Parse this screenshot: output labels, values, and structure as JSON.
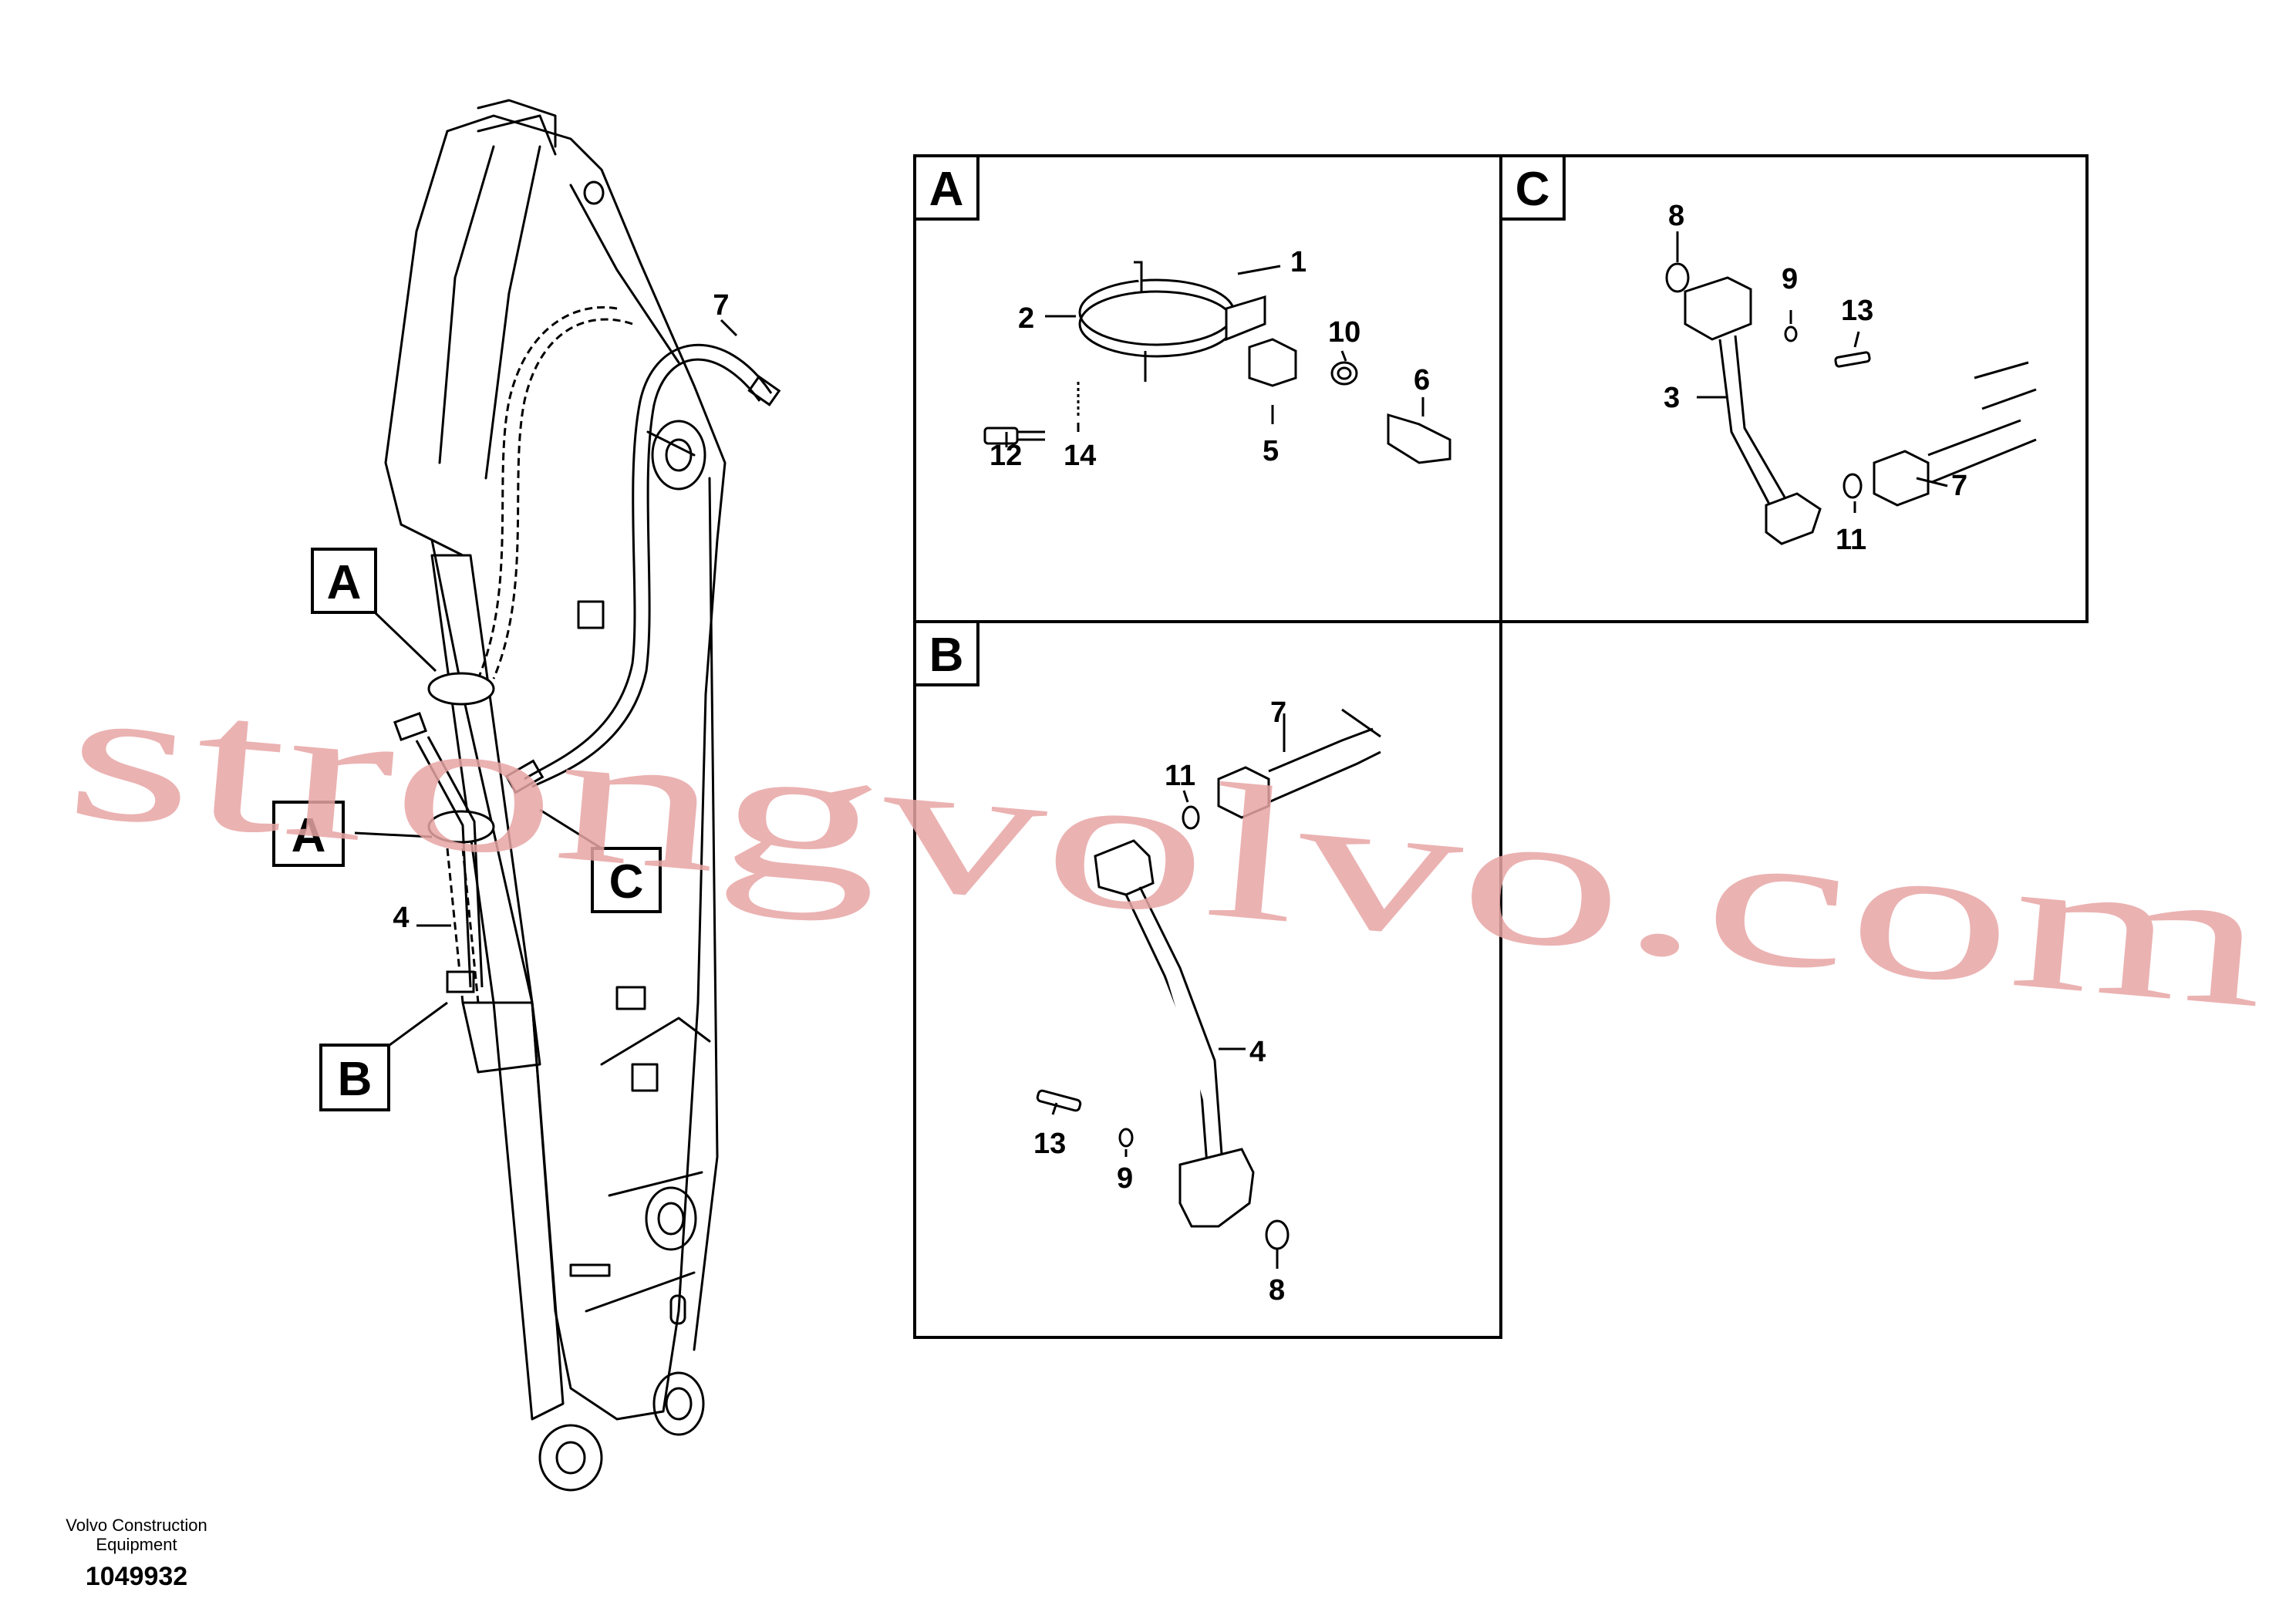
{
  "watermark": "strongvolvo.com",
  "footer": {
    "company_line1": "Volvo Construction",
    "company_line2": "Equipment",
    "drawing_number": "1049932"
  },
  "main_view": {
    "callouts": {
      "hose": "7",
      "pipe": "4",
      "detail_a_upper": "A",
      "detail_a_lower": "A",
      "detail_b": "B",
      "detail_c": "C"
    }
  },
  "detail_a": {
    "title": "A",
    "parts": {
      "p1": "1",
      "p2": "2",
      "p5": "5",
      "p6": "6",
      "p10": "10",
      "p12": "12",
      "p14": "14"
    }
  },
  "detail_b": {
    "title": "B",
    "parts": {
      "p4": "4",
      "p7": "7",
      "p8": "8",
      "p9": "9",
      "p11": "11",
      "p13": "13"
    }
  },
  "detail_c": {
    "title": "C",
    "parts": {
      "p3": "3",
      "p7": "7",
      "p8": "8",
      "p9": "9",
      "p11": "11",
      "p13": "13"
    }
  }
}
